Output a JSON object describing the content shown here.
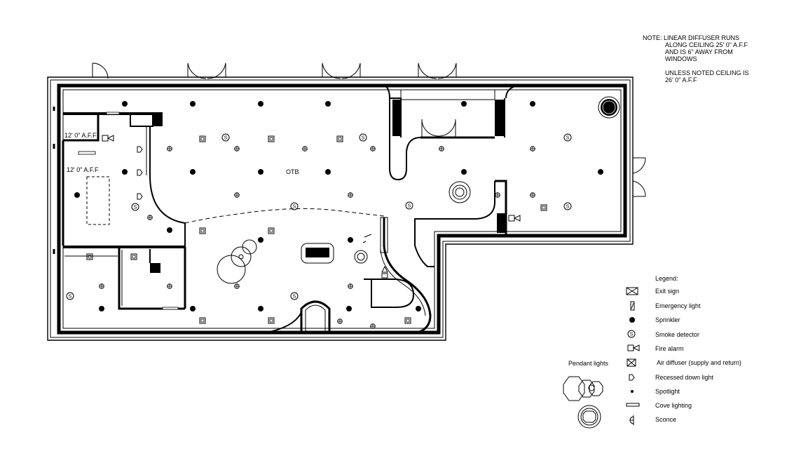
{
  "note": {
    "lines": [
      "NOTE: LINEAR DIFFUSER RUNS",
      "ALONG CEILING 25' 0\" A.F.F",
      "AND IS 6\" AWAY FROM",
      "WINDOWS",
      "UNLESS NOTED CEILING IS",
      "26' 0\" A.F.F"
    ]
  },
  "plan": {
    "labels": {
      "room_height_1": "12' 0\" A.F.F",
      "room_height_2": "12' 0\" A.F.F",
      "otb": "OTB"
    }
  },
  "legend": {
    "title": "Legend:",
    "items": [
      {
        "icon": "exit-sign-icon",
        "label": "Exit sign"
      },
      {
        "icon": "emergency-light-icon",
        "label": "Emergency light"
      },
      {
        "icon": "sprinkler-icon",
        "label": "Sprinkler"
      },
      {
        "icon": "smoke-detector-icon",
        "label": "Smoke detector"
      },
      {
        "icon": "fire-alarm-icon",
        "label": "Fire alarm"
      },
      {
        "icon": "air-diffuser-icon",
        "label": "Air diffuser (supply and return)"
      },
      {
        "icon": "recessed-down-light-icon",
        "label": "Recessed down light"
      },
      {
        "icon": "spotlight-icon",
        "label": "Spotlight"
      },
      {
        "icon": "cove-lighting-icon",
        "label": "Cove lighting"
      },
      {
        "icon": "sconce-icon",
        "label": "Sconce"
      }
    ],
    "pendant_title": "Pendant lights"
  }
}
